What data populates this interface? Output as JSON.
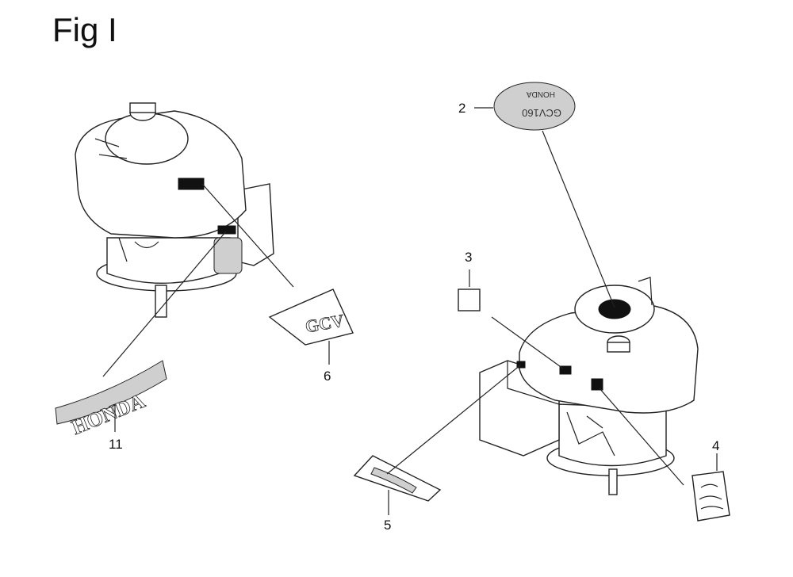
{
  "figure": {
    "title": "Fig I"
  },
  "callouts": [
    {
      "id": "2",
      "label": "2"
    },
    {
      "id": "3",
      "label": "3"
    },
    {
      "id": "4",
      "label": "4"
    },
    {
      "id": "5",
      "label": "5"
    },
    {
      "id": "6",
      "label": "6"
    },
    {
      "id": "11",
      "label": "11"
    }
  ],
  "decals": {
    "honda_strip": "HONDA",
    "gcv_plate": "GCV",
    "emblem_top": "GCV160",
    "emblem_brand": "HONDA"
  }
}
